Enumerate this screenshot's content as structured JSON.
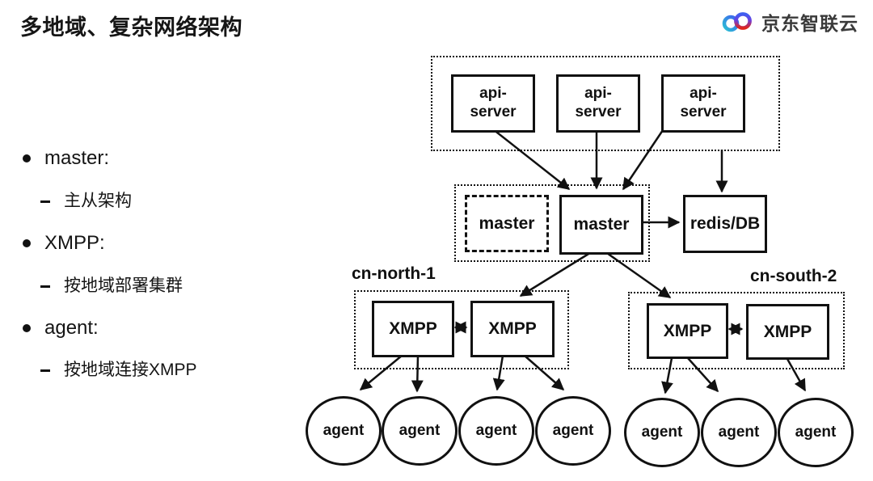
{
  "header": {
    "title": "多地域、复杂网络架构",
    "logo": {
      "text": "京东智联云"
    }
  },
  "bullets": [
    {
      "label": "master:",
      "detail": "主从架构"
    },
    {
      "label": "XMPP:",
      "detail": "按地域部署集群"
    },
    {
      "label": "agent:",
      "detail": "按地域连接XMPP"
    }
  ],
  "diagram": {
    "api_servers": [
      {
        "label": "api-\nserver"
      },
      {
        "label": "api-\nserver"
      },
      {
        "label": "api-\nserver"
      }
    ],
    "masters": {
      "standby": "master",
      "active": "master"
    },
    "storage": {
      "label": "redis/DB"
    },
    "regions": [
      {
        "name": "cn-north-1",
        "xmpp": [
          {
            "label": "XMPP"
          },
          {
            "label": "XMPP"
          }
        ]
      },
      {
        "name": "cn-south-2",
        "xmpp": [
          {
            "label": "XMPP"
          },
          {
            "label": "XMPP"
          }
        ]
      }
    ],
    "agents": [
      {
        "label": "agent"
      },
      {
        "label": "agent"
      },
      {
        "label": "agent"
      },
      {
        "label": "agent"
      },
      {
        "label": "agent"
      },
      {
        "label": "agent"
      },
      {
        "label": "agent"
      }
    ]
  },
  "colors": {
    "ink": "#111111",
    "jd_red": "#e1251b",
    "jd_blue": "#3f5ff0",
    "jd_teal": "#2bc0d4"
  }
}
